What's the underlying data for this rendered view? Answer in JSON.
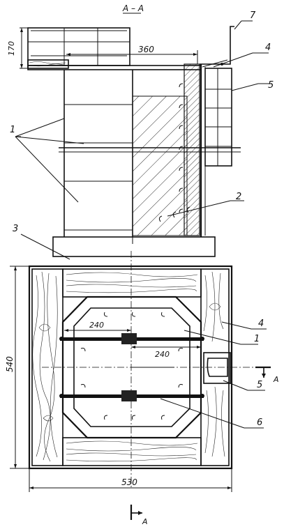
{
  "section_title": "А – А",
  "dimensions": {
    "top_height": "170",
    "top_width": "360",
    "plan_height": "540",
    "plan_width": "530",
    "bar_offset_1": "240",
    "bar_offset_2": "240"
  },
  "section_mark": "A",
  "callouts": {
    "c1": "1",
    "c2": "2",
    "c3": "3",
    "c4": "4",
    "c5": "5",
    "c6": "6",
    "c7": "7",
    "p1": "1",
    "p4": "4",
    "p5": "5"
  }
}
